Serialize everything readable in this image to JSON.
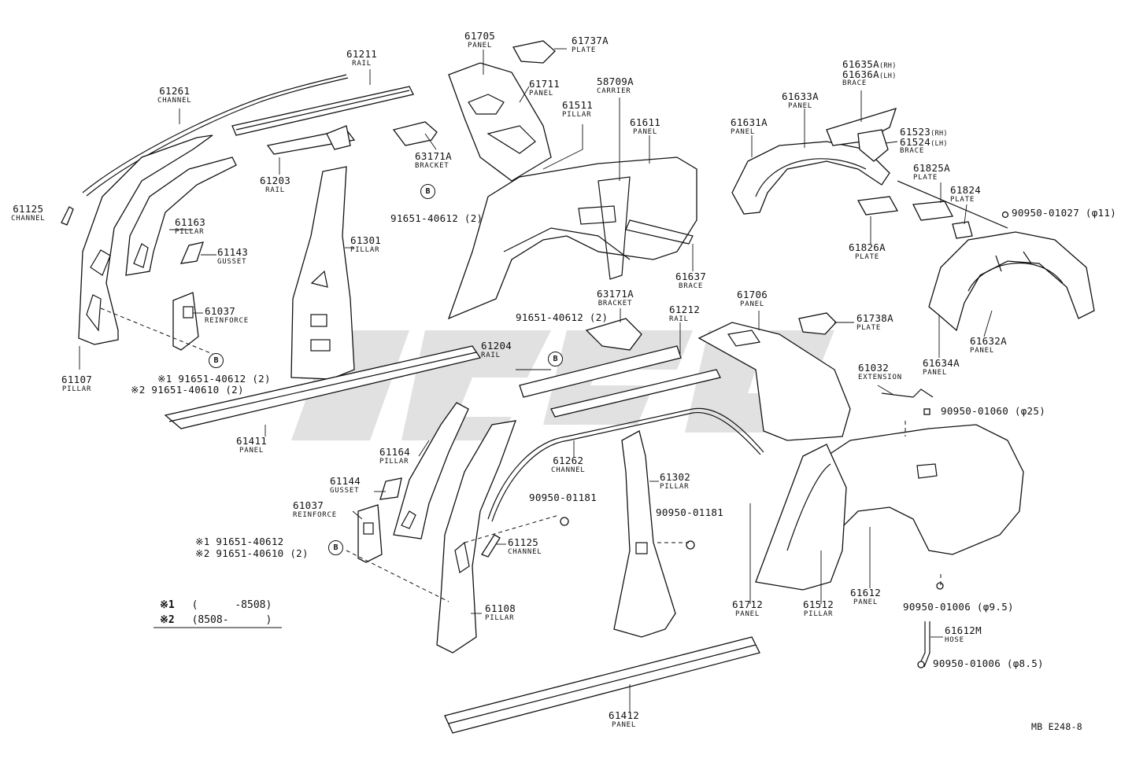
{
  "labels": [
    {
      "id": "p61211",
      "part": "61211",
      "name": "RAIL"
    },
    {
      "id": "p61261",
      "part": "61261",
      "name": "CHANNEL"
    },
    {
      "id": "p61705",
      "part": "61705",
      "name": "PANEL"
    },
    {
      "id": "p61737a",
      "part": "61737A",
      "name": "PLATE"
    },
    {
      "id": "p61711",
      "part": "61711",
      "name": "PANEL"
    },
    {
      "id": "p58709a",
      "part": "58709A",
      "name": "CARRIER"
    },
    {
      "id": "p61511",
      "part": "61511",
      "name": "PILLAR"
    },
    {
      "id": "p61611",
      "part": "61611",
      "name": "PANEL"
    },
    {
      "id": "p61631a",
      "part": "61631A",
      "name": "PANEL"
    },
    {
      "id": "p61633a",
      "part": "61633A",
      "name": "PANEL"
    },
    {
      "id": "p63171a_1",
      "part": "63171A",
      "name": "BRACKET"
    },
    {
      "id": "p61203",
      "part": "61203",
      "name": "RAIL"
    },
    {
      "id": "p61125_1",
      "part": "61125",
      "name": "CHANNEL"
    },
    {
      "id": "p61163",
      "part": "61163",
      "name": "PILLAR"
    },
    {
      "id": "p61143",
      "part": "61143",
      "name": "GUSSET"
    },
    {
      "id": "p61301",
      "part": "61301",
      "name": "PILLAR"
    },
    {
      "id": "p61037_1",
      "part": "61037",
      "name": "REINFORCE"
    },
    {
      "id": "p61107",
      "part": "61107",
      "name": "PILLAR"
    },
    {
      "id": "p61411",
      "part": "61411",
      "name": "PANEL"
    },
    {
      "id": "p61637",
      "part": "61637",
      "name": "BRACE"
    },
    {
      "id": "p63171a_2",
      "part": "63171A",
      "name": "BRACKET"
    },
    {
      "id": "p61212",
      "part": "61212",
      "name": "RAIL"
    },
    {
      "id": "p61706",
      "part": "61706",
      "name": "PANEL"
    },
    {
      "id": "p61738a",
      "part": "61738A",
      "name": "PLATE"
    },
    {
      "id": "p61204",
      "part": "61204",
      "name": "RAIL"
    },
    {
      "id": "p61825a",
      "part": "61825A",
      "name": "PLATE"
    },
    {
      "id": "p61824",
      "part": "61824",
      "name": "PLATE"
    },
    {
      "id": "p61826a",
      "part": "61826A",
      "name": "PLATE"
    },
    {
      "id": "p61632a",
      "part": "61632A",
      "name": "PANEL"
    },
    {
      "id": "p61634a",
      "part": "61634A",
      "name": "PANEL"
    },
    {
      "id": "p61032",
      "part": "61032",
      "name": "EXTENSION"
    },
    {
      "id": "p61164",
      "part": "61164",
      "name": "PILLAR"
    },
    {
      "id": "p61144",
      "part": "61144",
      "name": "GUSSET"
    },
    {
      "id": "p61037_2",
      "part": "61037",
      "name": "REINFORCE"
    },
    {
      "id": "p61262",
      "part": "61262",
      "name": "CHANNEL"
    },
    {
      "id": "p61302",
      "part": "61302",
      "name": "PILLAR"
    },
    {
      "id": "p61125_2",
      "part": "61125",
      "name": "CHANNEL"
    },
    {
      "id": "p61108",
      "part": "61108",
      "name": "PILLAR"
    },
    {
      "id": "p61712",
      "part": "61712",
      "name": "PANEL"
    },
    {
      "id": "p61512",
      "part": "61512",
      "name": "PILLAR"
    },
    {
      "id": "p61612",
      "part": "61612",
      "name": "PANEL"
    },
    {
      "id": "p61612m",
      "part": "61612M",
      "name": "HOSE"
    },
    {
      "id": "p61412",
      "part": "61412",
      "name": "PANEL"
    }
  ],
  "multi": {
    "b61635": {
      "l1": "61635A",
      "l1s": "(RH)",
      "l2": "61636A",
      "l2s": "(LH)",
      "name": "BRACE"
    },
    "b61523": {
      "l1": "61523",
      "l1s": "(RH)",
      "l2": "61524",
      "l2s": "(LH)",
      "name": "BRACE"
    }
  },
  "fasteners": {
    "f1": "91651-40612 (2)",
    "f2": "91651-40612 (2)",
    "f3a": "※1 91651-40612 (2)",
    "f3b": "※2 91651-40610 (2)",
    "f4a": "※1 91651-40612",
    "f4b": "※2 91651-40610 (2)",
    "f5": "90950-01027 (φ11)",
    "f6": "90950-01060 (φ25)",
    "f7": "90950-01181",
    "f8": "90950-01181",
    "f9": "90950-01006 (φ9.5)",
    "f10": "90950-01006 (φ8.5)"
  },
  "bmark": "B",
  "legend": {
    "row1_mark": "※1",
    "row1_text": "(      -8508)",
    "row2_mark": "※2",
    "row2_text": "(8508-      )"
  },
  "code": "MB E248-8",
  "colors": {
    "ink": "#111111",
    "watermark": "#c8c8c8",
    "background": "#ffffff"
  }
}
